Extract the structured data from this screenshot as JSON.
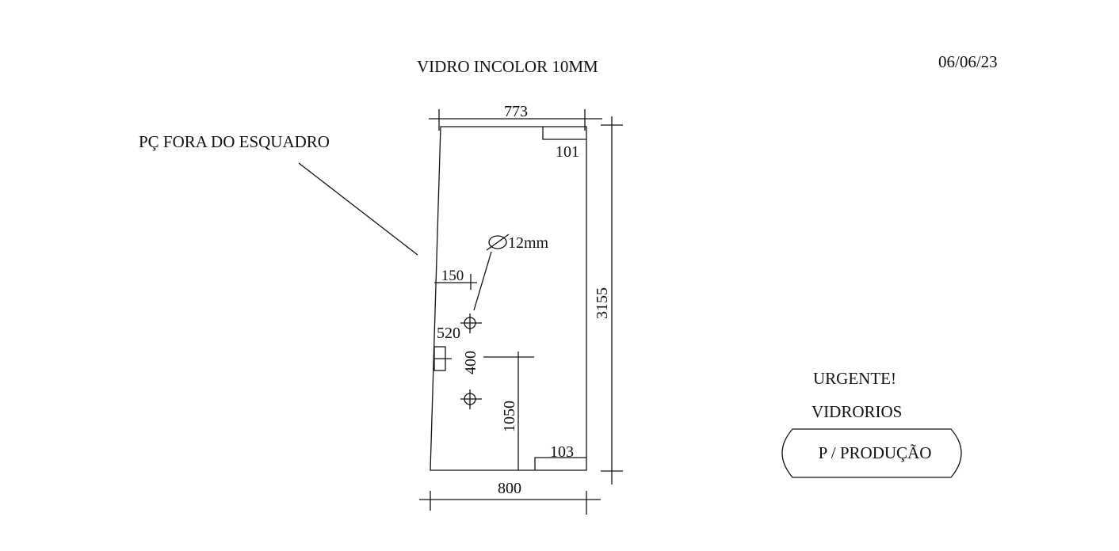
{
  "drawing": {
    "title": "VIDRO INCOLOR 10MM",
    "date": "06/06/23",
    "note_out_of_square": "PÇ FORA DO ESQUADRO",
    "hole_diameter_label": "12mm",
    "dimensions": {
      "top_width": "773",
      "bottom_width": "800",
      "height": "3155",
      "top_notch": "101",
      "bottom_notch": "103",
      "hole_offset_x": "150",
      "hole_offset_y": "520",
      "hole_spacing": "400",
      "hole_height": "1050"
    },
    "status": {
      "urgent": "URGENTE!",
      "company": "VIDRORIOS",
      "stamp": "P / PRODUÇÃO"
    }
  }
}
